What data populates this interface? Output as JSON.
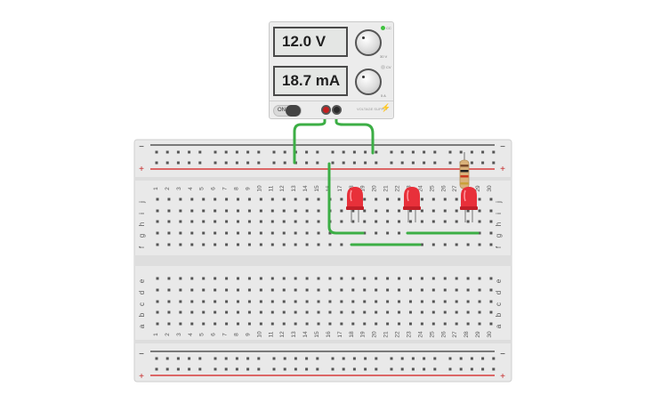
{
  "power_supply": {
    "voltage_display": "12.0 V",
    "current_display": "18.7 mA",
    "power_switch_label": "ON",
    "voltage_knob_max": "30 V",
    "current_knob_max": "5 A",
    "cc_indicator": "CC",
    "cv_indicator": "CV",
    "brand_label": "VOLTAGE SUPPLY",
    "colors": {
      "positive_terminal": "#c41f1f",
      "negative_terminal": "#2a2a2a",
      "cc_led": "#3fc23f"
    }
  },
  "breadboard": {
    "column_numbers": [
      "1",
      "2",
      "3",
      "4",
      "5",
      "6",
      "7",
      "8",
      "9",
      "10",
      "11",
      "12",
      "13",
      "14",
      "15",
      "16",
      "17",
      "18",
      "19",
      "20",
      "21",
      "22",
      "23",
      "24",
      "25",
      "26",
      "27",
      "28",
      "29",
      "30"
    ],
    "top_half_row_labels": [
      "j",
      "i",
      "h",
      "g",
      "f"
    ],
    "bottom_half_row_labels": [
      "e",
      "d",
      "c",
      "b",
      "a"
    ],
    "rail_minus": "−",
    "rail_plus": "+",
    "colors": {
      "wire": "#3cae45",
      "led": "#e8303a",
      "rail_red": "#d83a3a",
      "rail_dark": "#555555",
      "board": "#e9e9e9"
    }
  },
  "components": {
    "leds": [
      "LED 1",
      "LED 2",
      "LED 3"
    ],
    "resistor": "Resistor",
    "wire_icon": "jumper-wire-icon"
  }
}
